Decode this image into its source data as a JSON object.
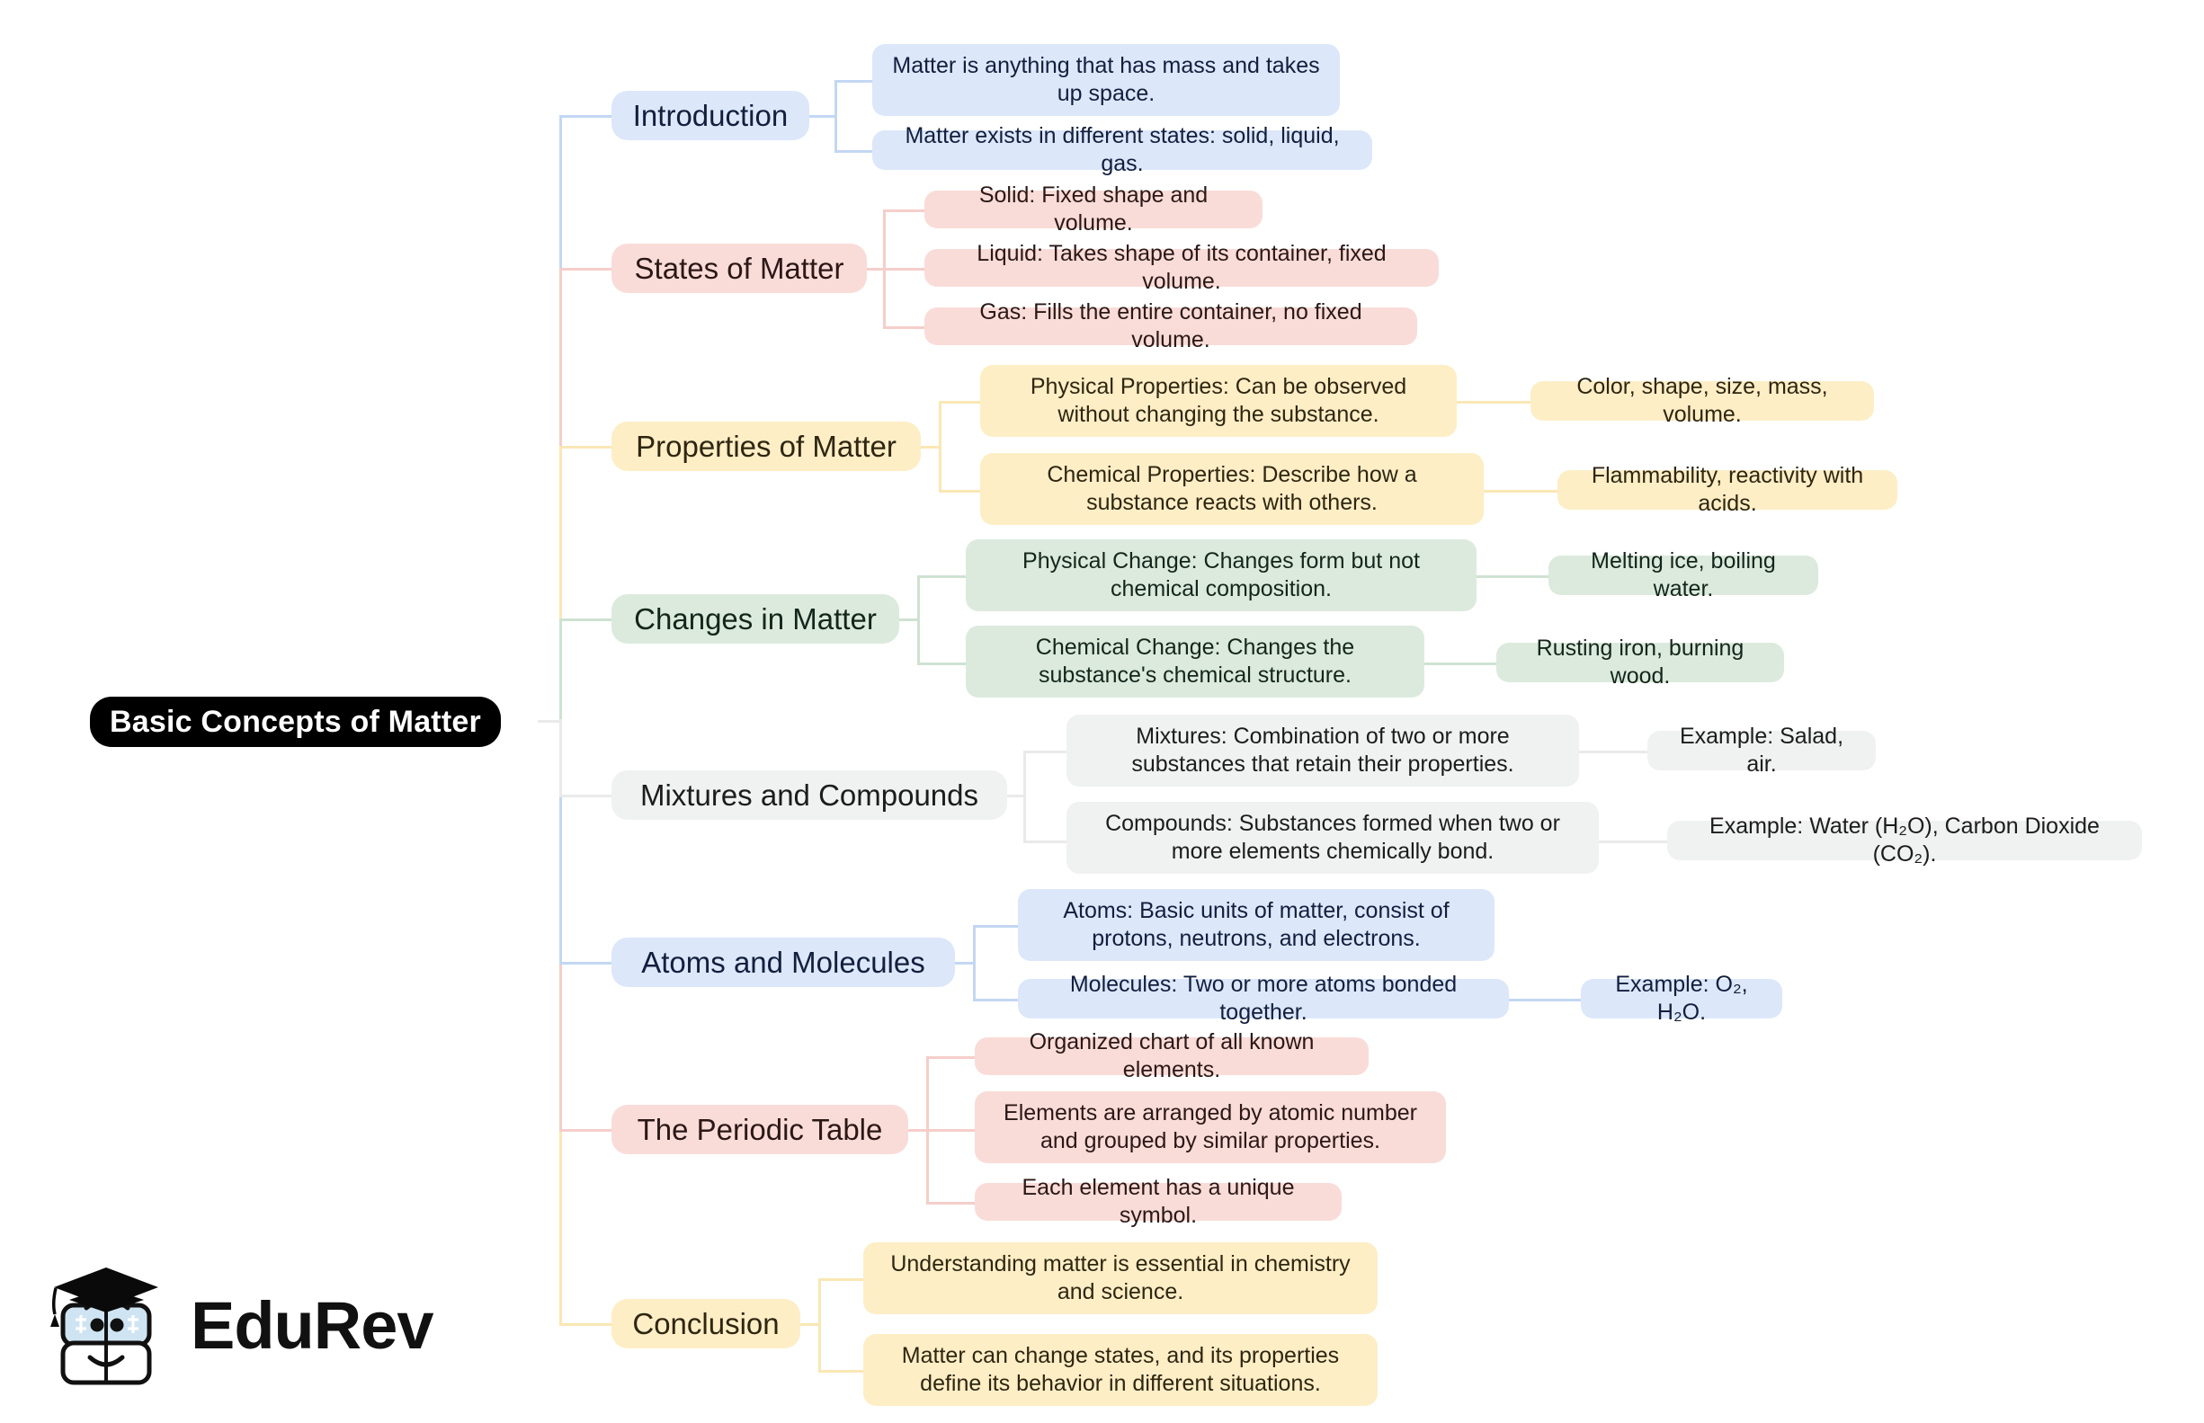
{
  "root": {
    "label": "Basic Concepts of Matter"
  },
  "brand": {
    "name": "EduRev",
    "logo_icon": "graduation-cap-book-mascot-icon"
  },
  "palette": {
    "root_bg": "#000000",
    "root_fg": "#ffffff",
    "blue": "#dce7f9",
    "pink": "#f9dcd8",
    "yellow": "#fdeec6",
    "green": "#dceade",
    "gray": "#f0f1f1",
    "line_blue": "#c3d7f3",
    "line_pink": "#f5cec9",
    "line_yellow": "#fae7b4",
    "line_green": "#cfe2d2",
    "line_gray": "#eaeaea"
  },
  "branches": [
    {
      "id": "introduction",
      "label": "Introduction",
      "color": "blue",
      "children": [
        {
          "label": "Matter is anything that has mass and takes up space.",
          "children": []
        },
        {
          "label": "Matter exists in different states: solid, liquid, gas.",
          "children": []
        }
      ]
    },
    {
      "id": "states-of-matter",
      "label": "States of Matter",
      "color": "pink",
      "children": [
        {
          "label": "Solid: Fixed shape and volume.",
          "children": []
        },
        {
          "label": "Liquid: Takes shape of its container, fixed volume.",
          "children": []
        },
        {
          "label": "Gas: Fills the entire container, no fixed volume.",
          "children": []
        }
      ]
    },
    {
      "id": "properties-of-matter",
      "label": "Properties of Matter",
      "color": "yellow",
      "children": [
        {
          "label": "Physical Properties: Can be observed without changing the substance.",
          "children": [
            {
              "label": "Color, shape, size, mass, volume."
            }
          ]
        },
        {
          "label": "Chemical Properties: Describe how a substance reacts with others.",
          "children": [
            {
              "label": "Flammability, reactivity with acids."
            }
          ]
        }
      ]
    },
    {
      "id": "changes-in-matter",
      "label": "Changes in Matter",
      "color": "green",
      "children": [
        {
          "label": "Physical Change: Changes form but not chemical composition.",
          "children": [
            {
              "label": "Melting ice, boiling water."
            }
          ]
        },
        {
          "label": "Chemical Change: Changes the substance's chemical structure.",
          "children": [
            {
              "label": "Rusting iron, burning wood."
            }
          ]
        }
      ]
    },
    {
      "id": "mixtures-and-compounds",
      "label": "Mixtures and Compounds",
      "color": "gray",
      "children": [
        {
          "label": "Mixtures: Combination of two or more substances that retain their properties.",
          "children": [
            {
              "label": "Example: Salad, air."
            }
          ]
        },
        {
          "label": "Compounds: Substances formed when two or more elements chemically bond.",
          "children": [
            {
              "label": "Example: Water (H₂O), Carbon Dioxide (CO₂)."
            }
          ]
        }
      ]
    },
    {
      "id": "atoms-and-molecules",
      "label": "Atoms and Molecules",
      "color": "blue",
      "children": [
        {
          "label": "Atoms: Basic units of matter, consist of protons, neutrons, and electrons.",
          "children": []
        },
        {
          "label": "Molecules: Two or more atoms bonded together.",
          "children": [
            {
              "label": "Example: O₂, H₂O."
            }
          ]
        }
      ]
    },
    {
      "id": "the-periodic-table",
      "label": "The Periodic Table",
      "color": "pink",
      "children": [
        {
          "label": "Organized chart of all known elements.",
          "children": []
        },
        {
          "label": "Elements are arranged by atomic number and grouped by similar properties.",
          "children": []
        },
        {
          "label": "Each element has a unique symbol.",
          "children": []
        }
      ]
    },
    {
      "id": "conclusion",
      "label": "Conclusion",
      "color": "yellow",
      "children": [
        {
          "label": "Understanding matter is essential in chemistry and science.",
          "children": []
        },
        {
          "label": "Matter can change states, and its properties define its behavior in different situations.",
          "children": []
        }
      ]
    }
  ]
}
